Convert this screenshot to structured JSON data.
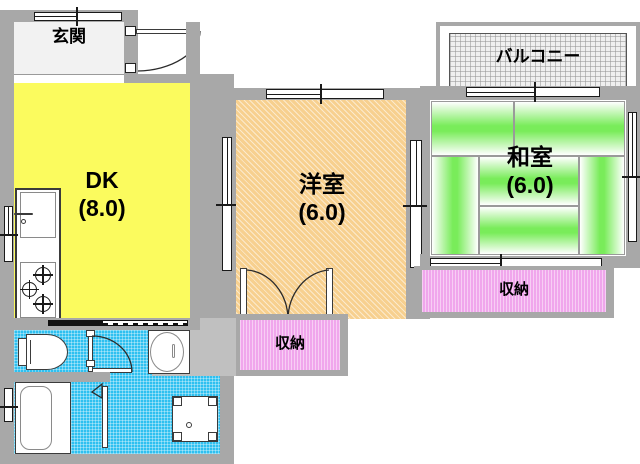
{
  "floorplan": {
    "type": "japanese-apartment-floor-plan",
    "rooms": [
      {
        "key": "genkan",
        "label": "玄関",
        "area": null,
        "color": "#f2f2f2",
        "meaning": "entrance"
      },
      {
        "key": "dk",
        "label": "DK",
        "area": "(8.0)",
        "color": "#fbfb5e",
        "meaning": "dining-kitchen"
      },
      {
        "key": "yoshitsu",
        "label": "洋室",
        "area": "(6.0)",
        "color": "#f7d08f",
        "meaning": "western-room"
      },
      {
        "key": "washitsu",
        "label": "和室",
        "area": "(6.0)",
        "color": "#79ec5a",
        "meaning": "japanese-tatami-room"
      },
      {
        "key": "balcony",
        "label": "バルコニー",
        "area": null,
        "color": "#f0f0f0",
        "meaning": "balcony"
      },
      {
        "key": "closet_center",
        "label": "収納",
        "area": null,
        "color": "#f0a6ec",
        "meaning": "storage-closet"
      },
      {
        "key": "closet_right",
        "label": "収納",
        "area": null,
        "color": "#f0a6ec",
        "meaning": "storage-closet"
      }
    ],
    "labels": {
      "genkan": "玄関",
      "dk_name": "DK",
      "dk_area": "(8.0)",
      "yoshitsu_name": "洋室",
      "yoshitsu_area": "(6.0)",
      "washitsu_name": "和室",
      "washitsu_area": "(6.0)",
      "balcony": "バルコニー",
      "closet_center": "収納",
      "closet_right": "収納"
    },
    "fixtures": [
      {
        "name": "kitchen-sink",
        "room": "dk"
      },
      {
        "name": "gas-stove-3-burner",
        "room": "dk"
      },
      {
        "name": "toilet",
        "room": "sanitary"
      },
      {
        "name": "bathtub",
        "room": "sanitary"
      },
      {
        "name": "washbasin",
        "room": "sanitary"
      },
      {
        "name": "washing-machine-pan",
        "room": "sanitary"
      },
      {
        "name": "entrance-door",
        "room": "genkan"
      }
    ],
    "colors": {
      "wall": "#a8a8a8",
      "dk": "#fbfb5e",
      "yoshitsu": "#f7d08f",
      "tatami": "#79ec5a",
      "closet": "#f0a6ec",
      "sanitary": "#2ec0f0",
      "balcony": "#f0f0f0",
      "outline": "#222222"
    }
  }
}
